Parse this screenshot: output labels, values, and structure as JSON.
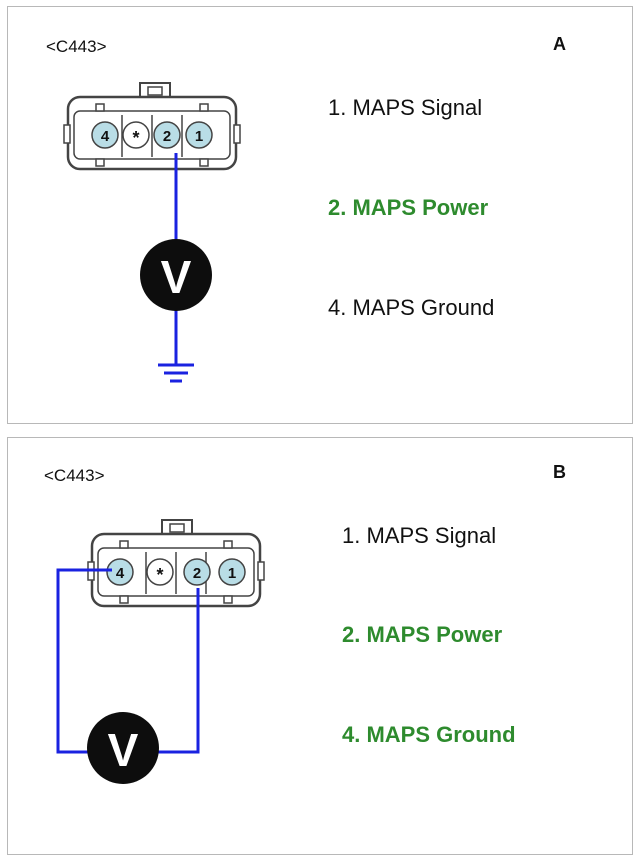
{
  "colors": {
    "wire": "#1a22e0",
    "highlight": "#2e8b2e",
    "pin_fill": "#b9dde6",
    "meter_fill": "#0d0d0d"
  },
  "panels": [
    {
      "letter": "A",
      "connector": "<C443>",
      "pins": [
        "4",
        "*",
        "2",
        "1"
      ],
      "meter": "V",
      "legend": [
        {
          "text": "1. MAPS Signal",
          "highlight": false
        },
        {
          "text": "2. MAPS Power",
          "highlight": true
        },
        {
          "text": "4. MAPS Ground",
          "highlight": false
        }
      ]
    },
    {
      "letter": "B",
      "connector": "<C443>",
      "pins": [
        "4",
        "*",
        "2",
        "1"
      ],
      "meter": "V",
      "legend": [
        {
          "text": "1. MAPS Signal",
          "highlight": false
        },
        {
          "text": "2. MAPS Power",
          "highlight": true
        },
        {
          "text": "4. MAPS Ground",
          "highlight": true
        }
      ]
    }
  ]
}
